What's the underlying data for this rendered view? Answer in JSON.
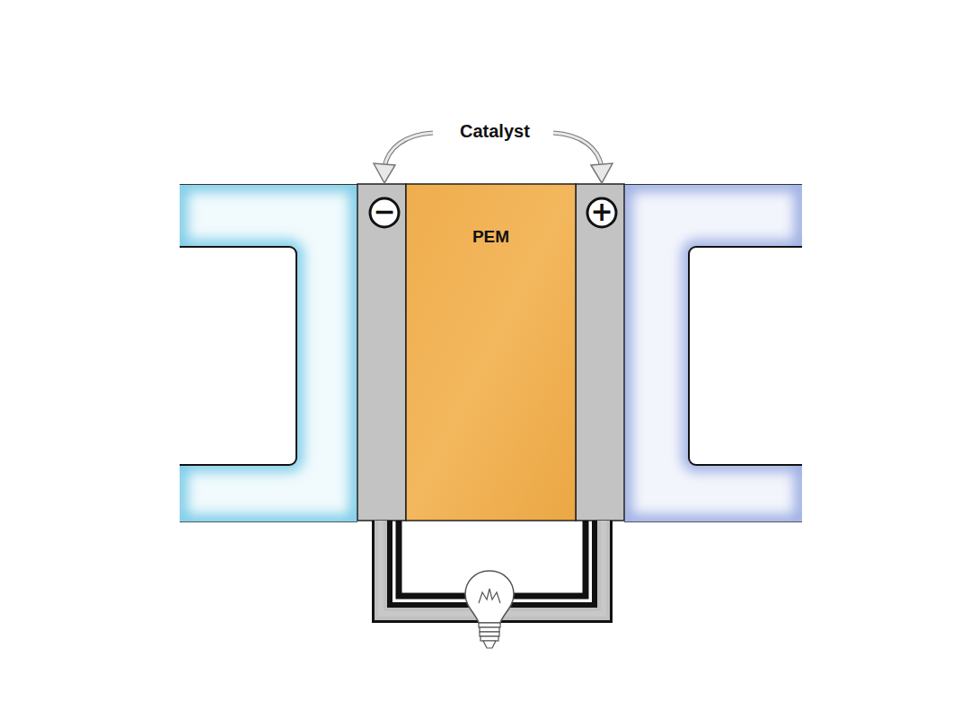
{
  "diagram": {
    "nodes": [
      {
        "text": [
          "PEM"
        ]
      },
      {
        "text": [
          "−"
        ]
      },
      {
        "text": [
          "+"
        ]
      }
    ],
    "labels": [
      "Catalyst"
    ]
  }
}
